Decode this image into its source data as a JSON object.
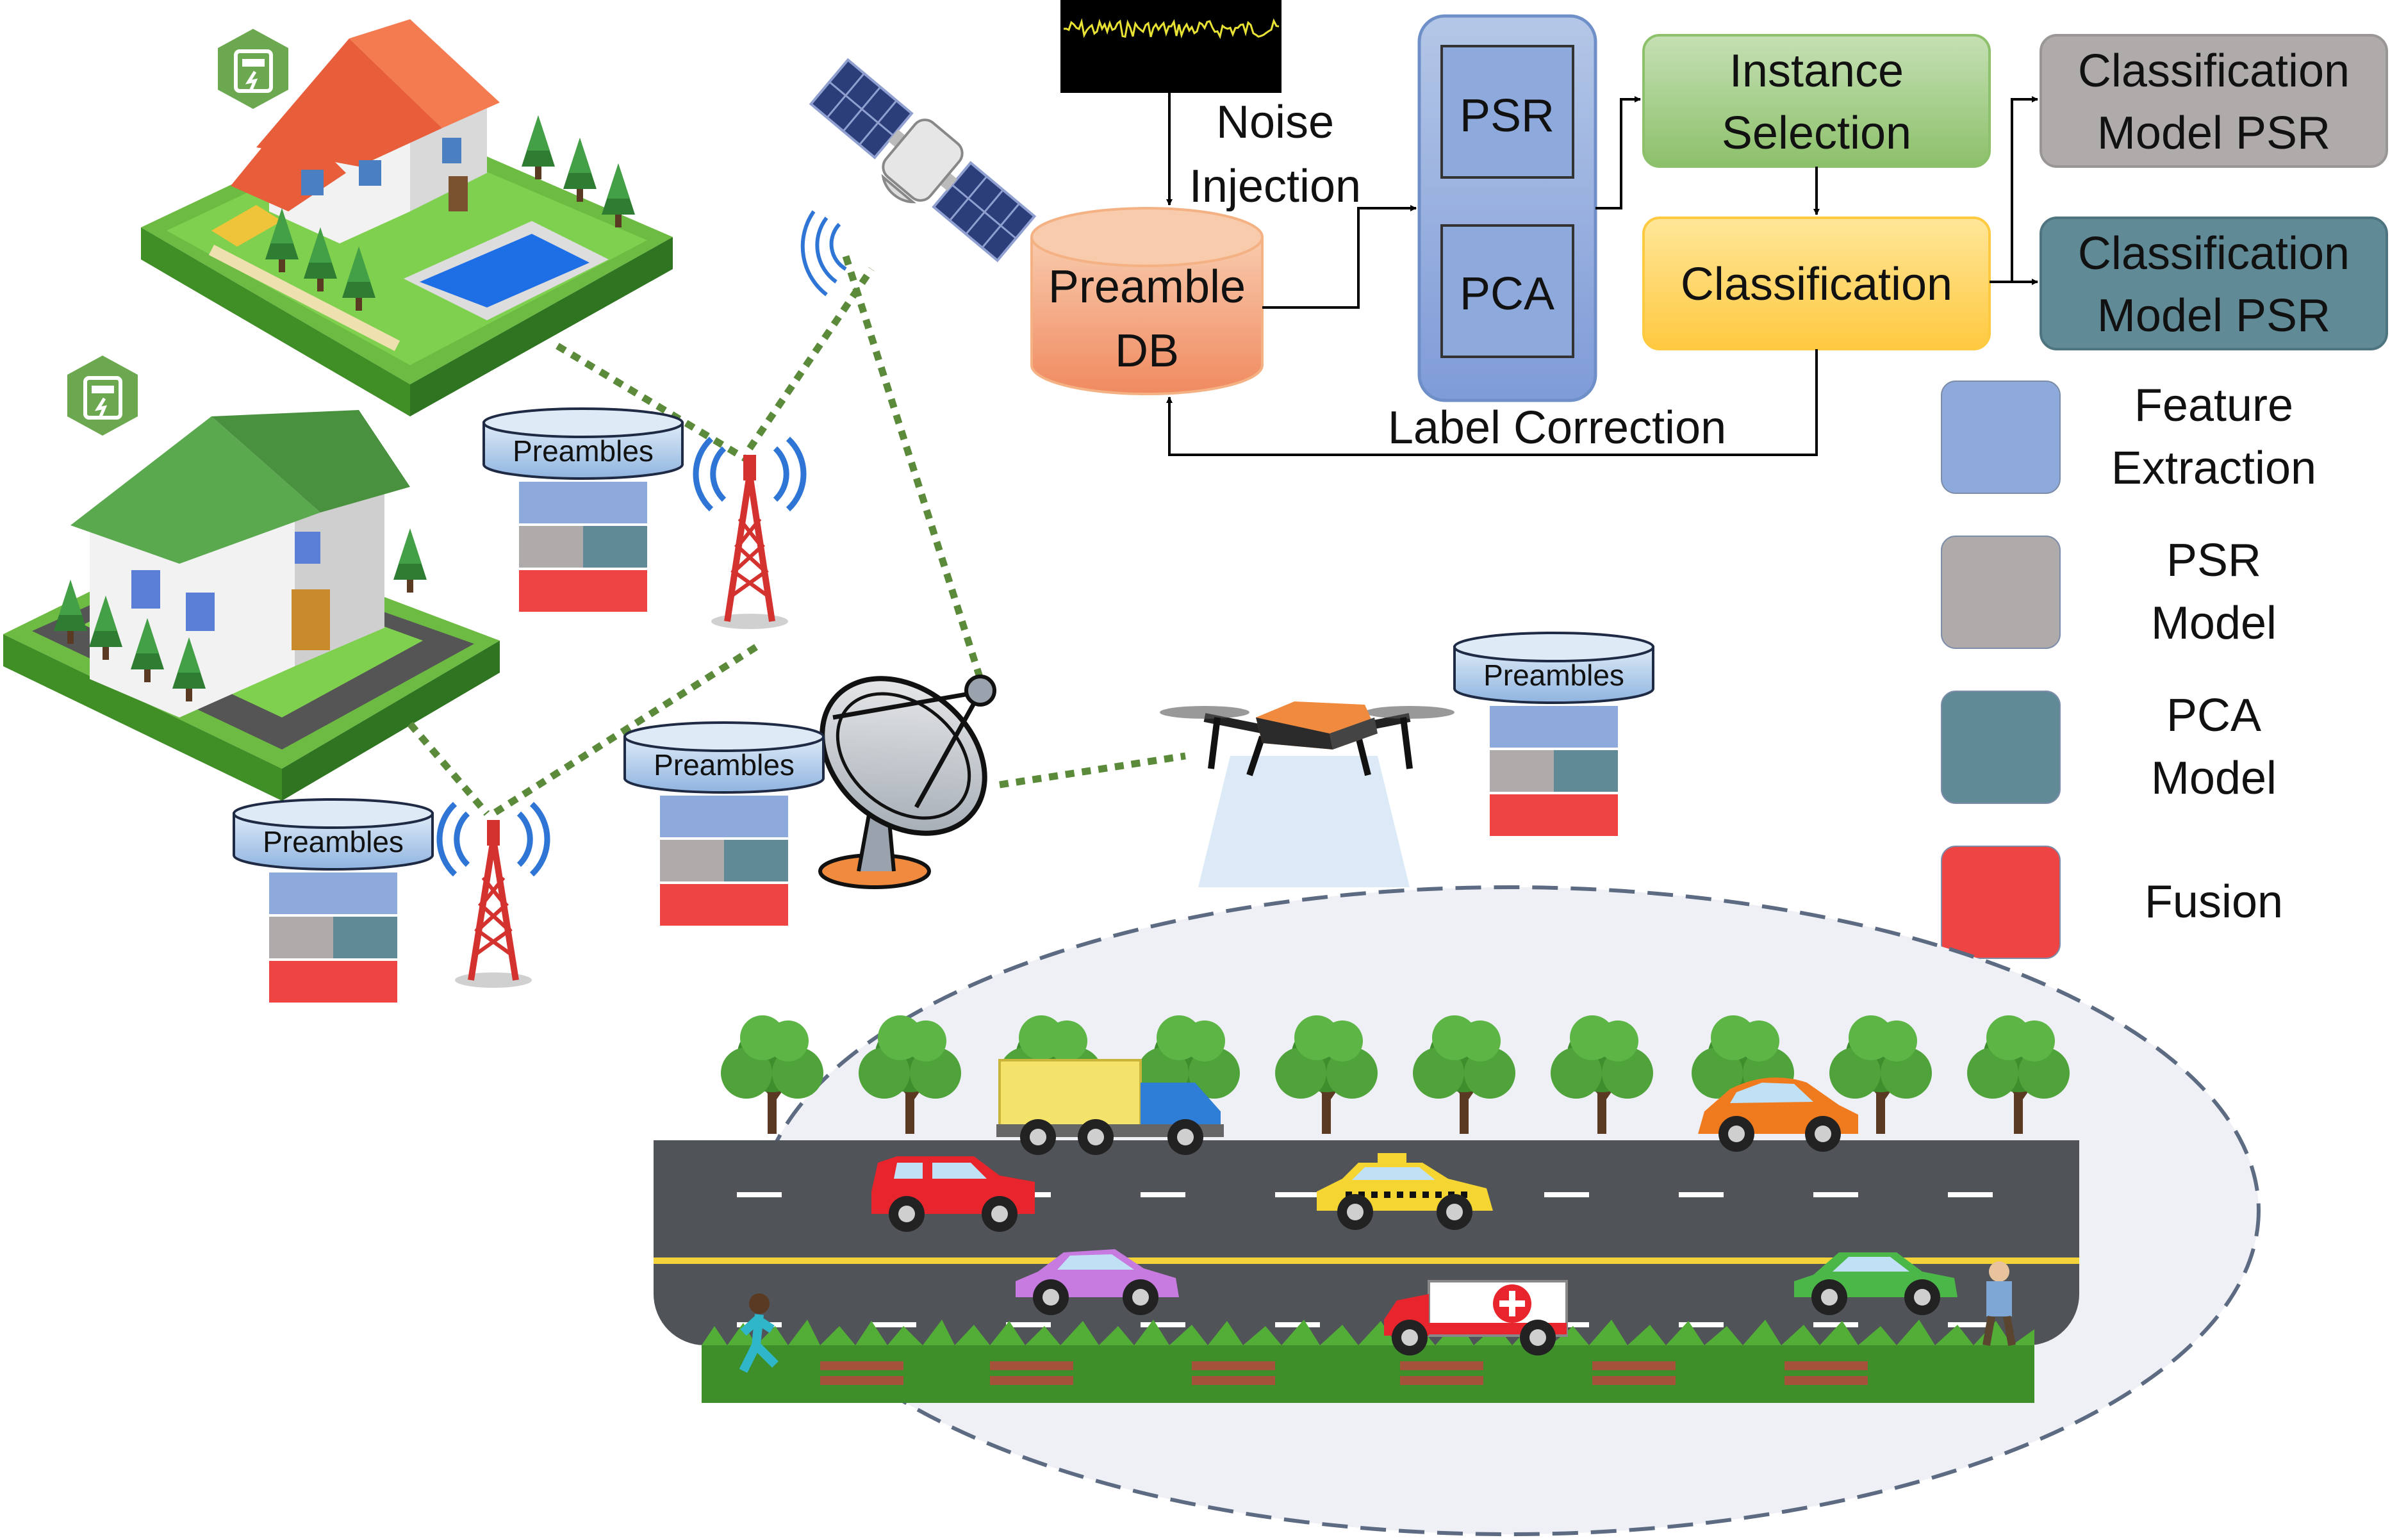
{
  "pipeline": {
    "noise_injection": [
      "Noise",
      "Injection"
    ],
    "preamble_db": [
      "Preamble",
      "DB"
    ],
    "psr": "PSR",
    "pca": "PCA",
    "instance_selection": [
      "Instance",
      "Selection"
    ],
    "classification": "Classification",
    "label_correction": "Label Correction",
    "model_psr_gray": [
      "Classification",
      "Model PSR"
    ],
    "model_psr_teal": [
      "Classification",
      "Model PSR"
    ]
  },
  "legend": [
    {
      "lines": [
        "Feature",
        "Extraction"
      ],
      "color": "#8EA9DB"
    },
    {
      "lines": [
        "PSR",
        "Model"
      ],
      "color": "#AFABAB"
    },
    {
      "lines": [
        "PCA",
        "Model"
      ],
      "color": "#5F8A96"
    },
    {
      "lines": [
        "Fusion"
      ],
      "color": "#EE4444"
    }
  ],
  "preamble_label": "Preambles",
  "colors": {
    "feature": "#8EA9DB",
    "psr_model": "#AFABAB",
    "pca_model": "#5F8A96",
    "fusion": "#EE4444",
    "instance_green": "#A9D18E",
    "classification_yellow": "#FFD966",
    "db_orange": "#F4B183",
    "link_dotted": "#5A8A3A"
  },
  "icons": [
    "satellite-icon",
    "cell-tower-icon",
    "satellite-dish-icon",
    "drone-icon",
    "smart-meter-icon",
    "house-icon",
    "car-icon",
    "truck-icon",
    "tree-icon",
    "runner-icon",
    "worker-icon",
    "bench-icon",
    "noise-signal-icon"
  ]
}
